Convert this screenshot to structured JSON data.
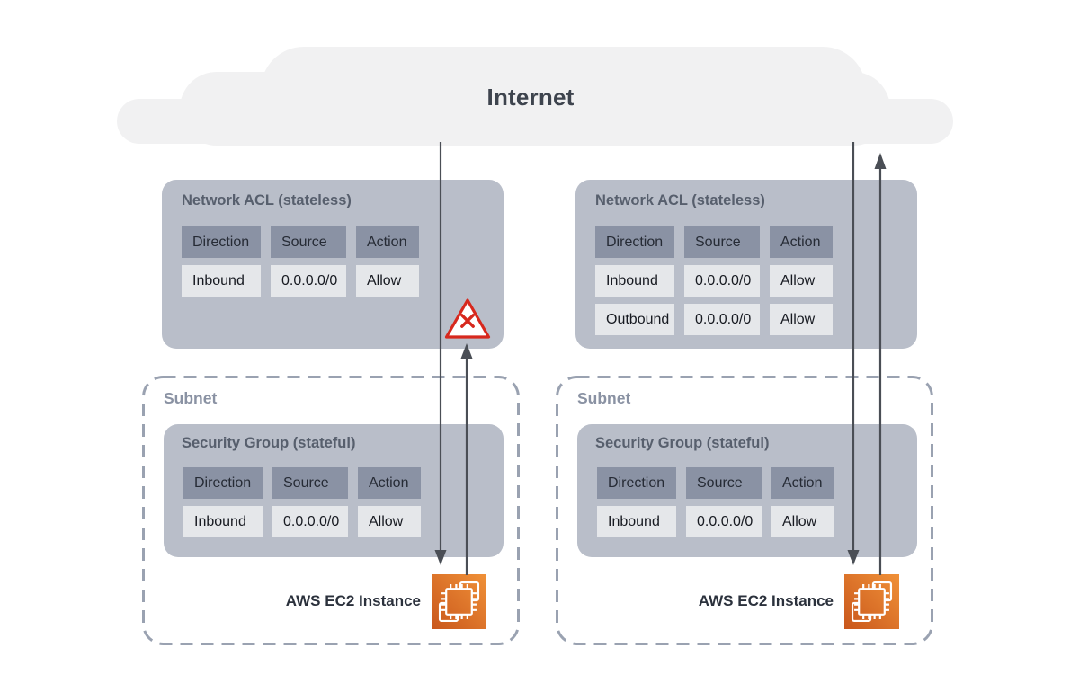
{
  "internet": {
    "label": "Internet"
  },
  "table_columns": [
    "Direction",
    "Source",
    "Action"
  ],
  "left": {
    "nacl_title": "Network ACL (stateless)",
    "nacl_rows": [
      {
        "direction": "Inbound",
        "source": "0.0.0.0/0",
        "action": "Allow"
      }
    ],
    "subnet_label": "Subnet",
    "sg_title": "Security Group (stateful)",
    "sg_rows": [
      {
        "direction": "Inbound",
        "source": "0.0.0.0/0",
        "action": "Allow"
      }
    ],
    "ec2_label": "AWS EC2 Instance"
  },
  "right": {
    "nacl_title": "Network ACL (stateless)",
    "nacl_rows": [
      {
        "direction": "Inbound",
        "source": "0.0.0.0/0",
        "action": "Allow"
      },
      {
        "direction": "Outbound",
        "source": "0.0.0.0/0",
        "action": "Allow"
      }
    ],
    "subnet_label": "Subnet",
    "sg_title": "Security Group (stateful)",
    "sg_rows": [
      {
        "direction": "Inbound",
        "source": "0.0.0.0/0",
        "action": "Allow"
      }
    ],
    "ec2_label": "AWS EC2 Instance"
  },
  "icons": {
    "warning": "blocked-x-triangle-icon",
    "ec2": "ec2-instance-icon",
    "cloud": "internet-cloud-shape"
  },
  "colors": {
    "cloud_bg": "#f1f1f2",
    "internet_text": "#3e444e",
    "box_bg": "#b9bec9",
    "header_cell_bg": "#8a92a4",
    "data_cell_bg": "#e5e7ea",
    "title_text": "#575f6d",
    "subnet_text": "#8a92a3",
    "dashed_border": "#9aa2b1",
    "arrow": "#4a4e55",
    "warning_red": "#d7281d",
    "ec2_gradient_start": "#c9571c",
    "ec2_gradient_end": "#f09138"
  }
}
